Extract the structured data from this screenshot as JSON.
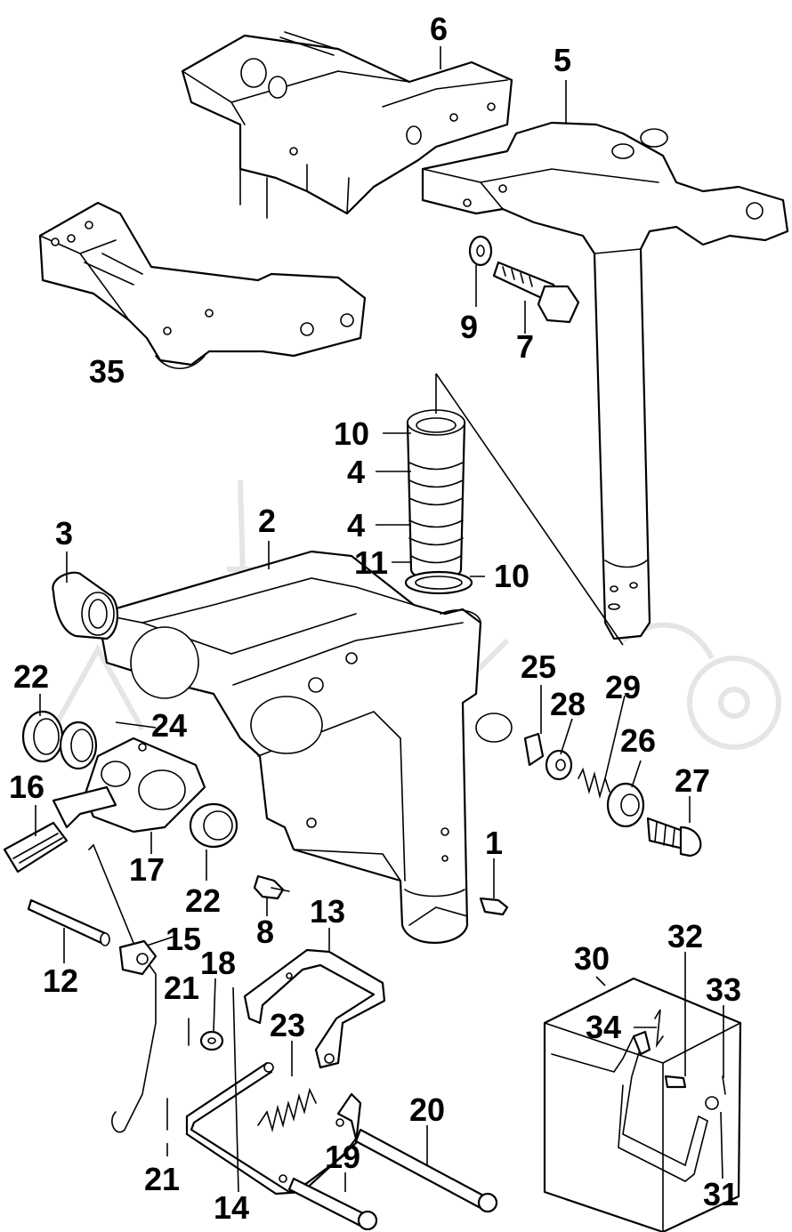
{
  "diagram": {
    "callouts": [
      {
        "id": "c6",
        "text": "6"
      },
      {
        "id": "c5",
        "text": "5"
      },
      {
        "id": "c9",
        "text": "9"
      },
      {
        "id": "c7",
        "text": "7"
      },
      {
        "id": "c35",
        "text": "35"
      },
      {
        "id": "c10a",
        "text": "10"
      },
      {
        "id": "c4a",
        "text": "4"
      },
      {
        "id": "c4b",
        "text": "4"
      },
      {
        "id": "c11",
        "text": "11"
      },
      {
        "id": "c10b",
        "text": "10"
      },
      {
        "id": "c2",
        "text": "2"
      },
      {
        "id": "c3",
        "text": "3"
      },
      {
        "id": "c22a",
        "text": "22"
      },
      {
        "id": "c24",
        "text": "24"
      },
      {
        "id": "c25",
        "text": "25"
      },
      {
        "id": "c28",
        "text": "28"
      },
      {
        "id": "c29",
        "text": "29"
      },
      {
        "id": "c26",
        "text": "26"
      },
      {
        "id": "c27",
        "text": "27"
      },
      {
        "id": "c16",
        "text": "16"
      },
      {
        "id": "c17",
        "text": "17"
      },
      {
        "id": "c22b",
        "text": "22"
      },
      {
        "id": "c1",
        "text": "1"
      },
      {
        "id": "c8",
        "text": "8"
      },
      {
        "id": "c13",
        "text": "13"
      },
      {
        "id": "c15",
        "text": "15"
      },
      {
        "id": "c12",
        "text": "12"
      },
      {
        "id": "c18",
        "text": "18"
      },
      {
        "id": "c21a",
        "text": "21"
      },
      {
        "id": "c23",
        "text": "23"
      },
      {
        "id": "c30",
        "text": "30"
      },
      {
        "id": "c32",
        "text": "32"
      },
      {
        "id": "c33",
        "text": "33"
      },
      {
        "id": "c34",
        "text": "34"
      },
      {
        "id": "c20",
        "text": "20"
      },
      {
        "id": "c21b",
        "text": "21"
      },
      {
        "id": "c19",
        "text": "19"
      },
      {
        "id": "c14",
        "text": "14"
      },
      {
        "id": "c31",
        "text": "31"
      }
    ]
  }
}
